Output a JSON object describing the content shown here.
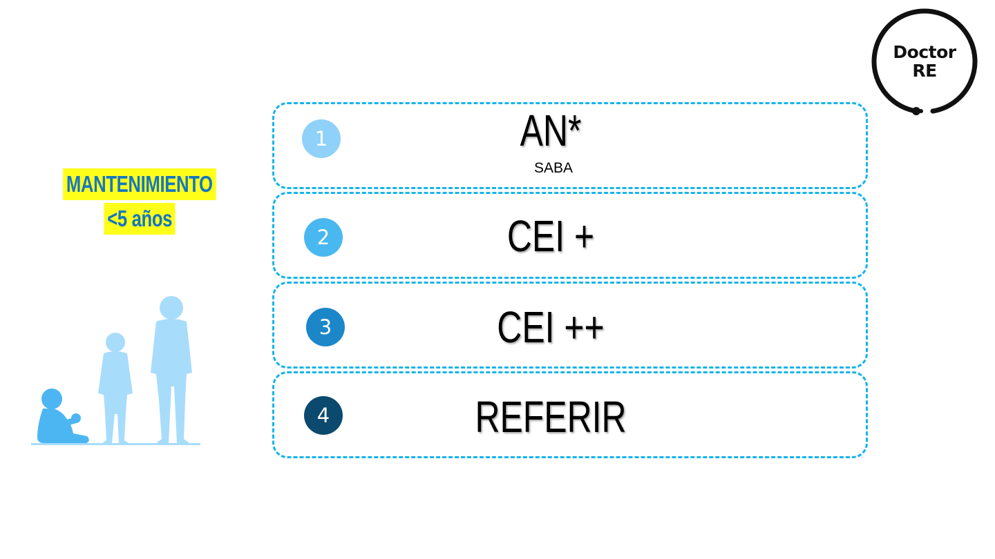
{
  "logo": {
    "line1": "Doctor",
    "line2": "RE"
  },
  "label": {
    "line1": "MANTENIMIENTO",
    "line2": "<5 años"
  },
  "steps": [
    {
      "number": "1",
      "title": "AN*",
      "subtitle": "SABA",
      "badge_color": "#8fd1f8"
    },
    {
      "number": "2",
      "title": "CEI +",
      "badge_color": "#4ab8f0"
    },
    {
      "number": "3",
      "title": "CEI ++",
      "badge_color": "#1b87c9"
    },
    {
      "number": "4",
      "title": "REFERIR",
      "badge_color": "#0b4a6e"
    }
  ],
  "colors": {
    "box_border": "#15b4ea",
    "label_text": "#1577c1",
    "label_highlight": "#ffff1a",
    "silhouette": "#a8dcfb",
    "silhouette_baby": "#4cb6f2"
  }
}
